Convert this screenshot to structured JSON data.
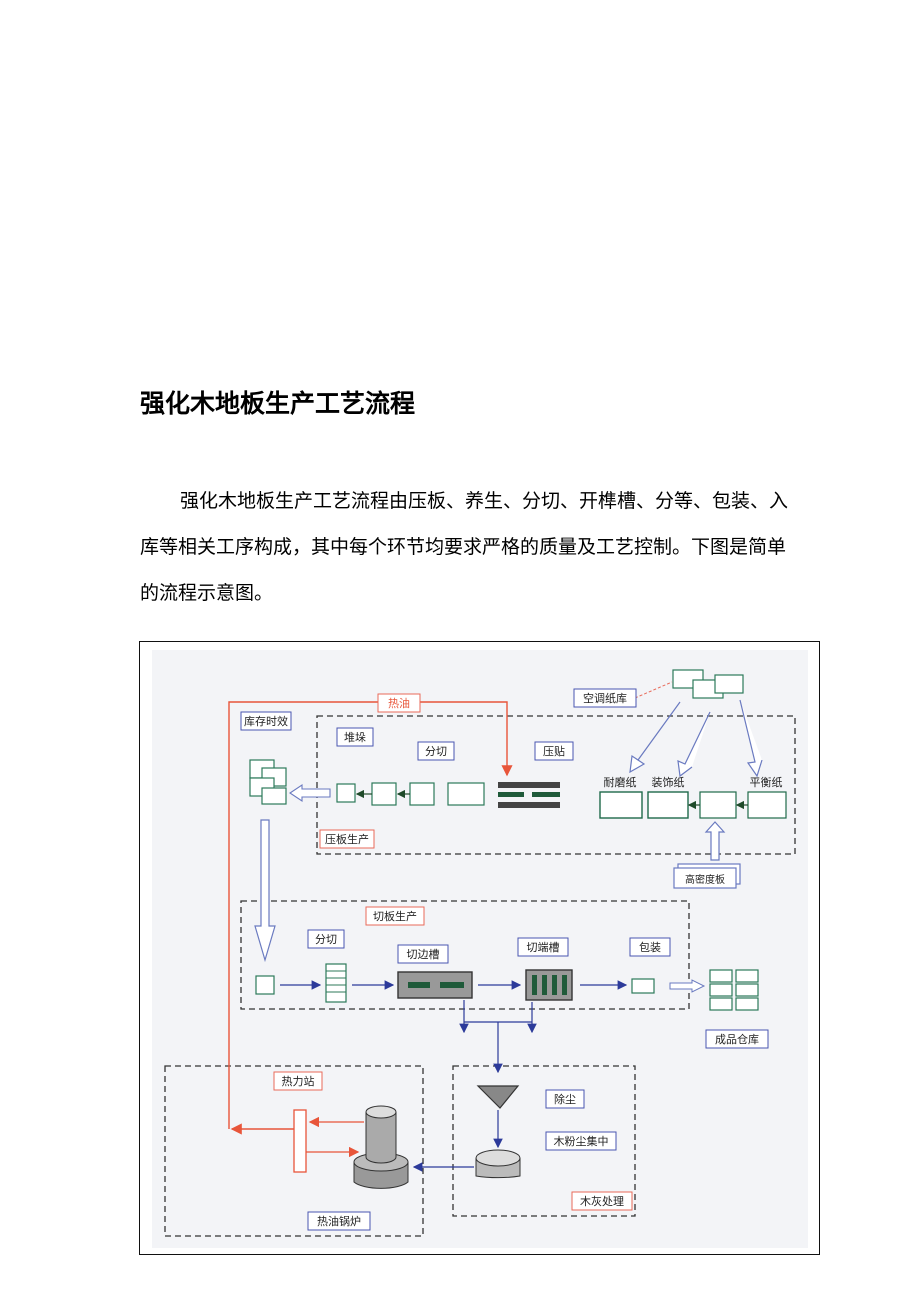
{
  "document": {
    "title": "强化木地板生产工艺流程",
    "paragraph": "强化木地板生产工艺流程由压板、养生、分切、开榫槽、分等、包装、入库等相关工序构成，其中每个环节均要求严格的质量及工艺控制。下图是简单的流程示意图。"
  },
  "diagram": {
    "labels": {
      "hot_oil_top": "热油",
      "paper_storage": "空调纸库",
      "storage_aging": "库存时效",
      "stacking": "堆垛",
      "cutting_top": "分切",
      "pressing": "压贴",
      "wear_paper": "耐磨纸",
      "decor_paper": "装饰纸",
      "balance_paper": "平衡纸",
      "press_production": "压板生产",
      "hdf_board": "高密度板",
      "cut_board_production": "切板生产",
      "cutting_mid": "分切",
      "edge_groove": "切边槽",
      "end_groove": "切端槽",
      "packaging": "包装",
      "finished_storage": "成品仓库",
      "heat_station": "热力站",
      "dust_removal": "除尘",
      "wood_dust_collect": "木粉尘集中",
      "hot_oil_boiler": "热油锅炉",
      "wood_ash": "木灰处理"
    },
    "colors": {
      "label_box": "#4a56b0",
      "flow_arrow": "#2c3a9a",
      "hot_oil_line": "#e8553a",
      "callout": "#e86a5a",
      "dashed": "#333333",
      "background": "#f3f4f7"
    }
  }
}
